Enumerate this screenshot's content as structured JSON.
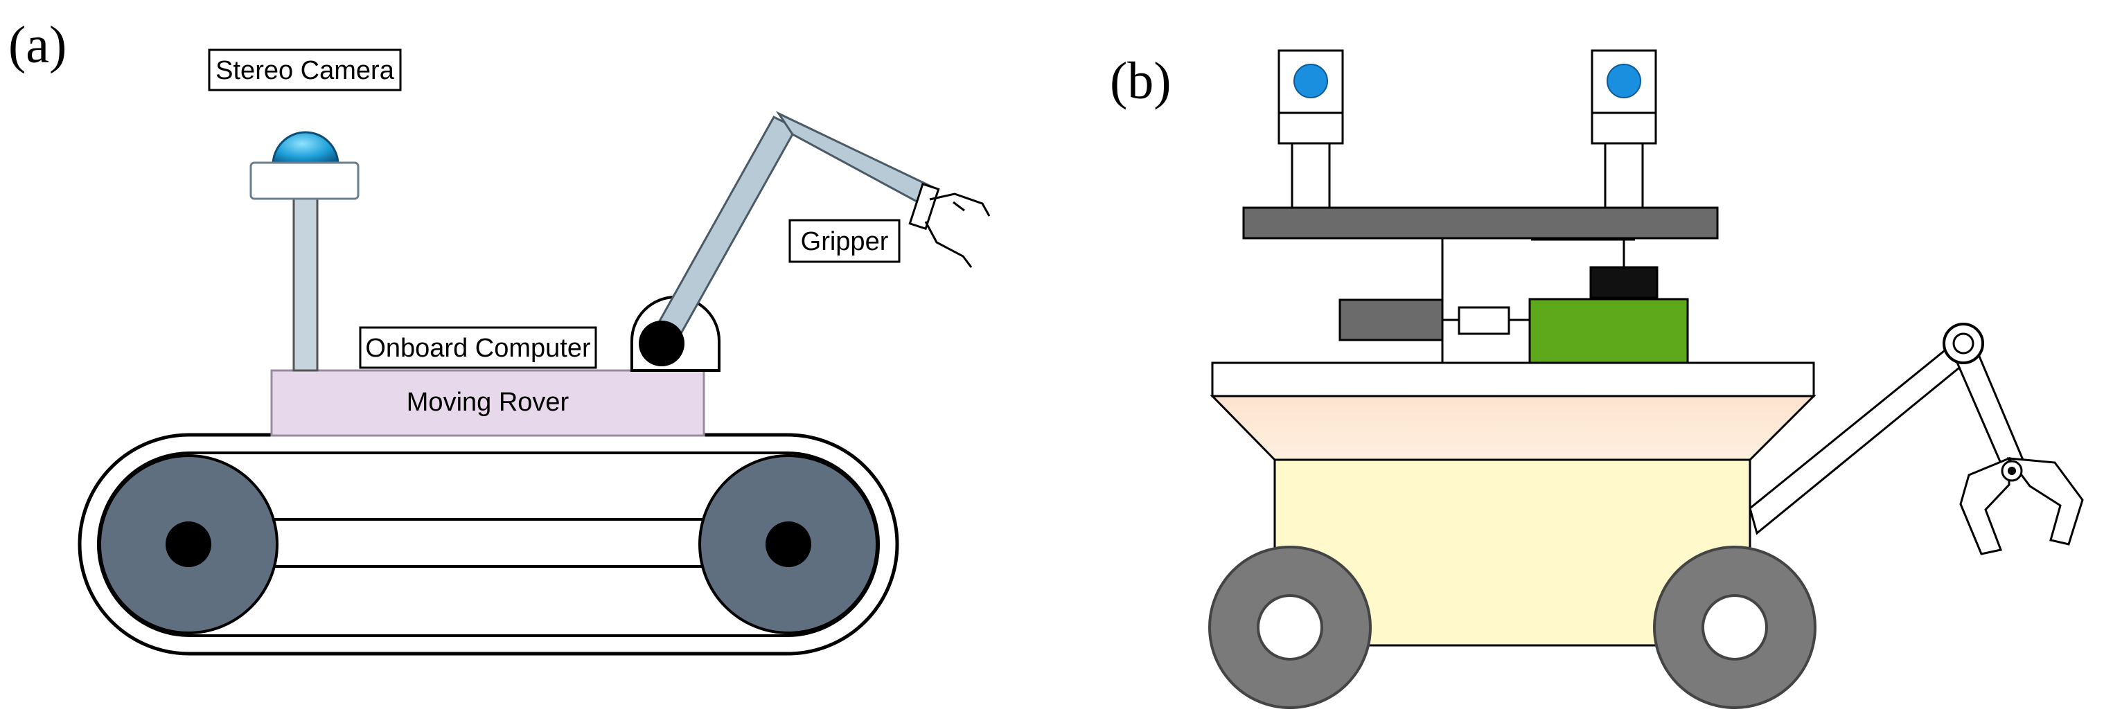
{
  "panel_a": {
    "label": "(a)",
    "callouts": {
      "stereo_camera": "Stereo Camera",
      "gripper": "Gripper",
      "onboard_computer": "Onboard Computer",
      "moving_rover": "Moving Rover"
    }
  },
  "panel_b": {
    "label": "(b)"
  },
  "colors": {
    "rover_body": "#e8d8ec",
    "track_wheel": "#5f6f80",
    "arm": "#b8cad6",
    "camera_dome": "#1e9fd8",
    "sensor_blue": "#1a8fe0",
    "platform_gray": "#6b6b6b",
    "computer_green": "#5ea81c",
    "chassis_cream": "#fff9cc",
    "chassis_peach": "#fde6d2",
    "tire_gray": "#7a7a7a"
  }
}
